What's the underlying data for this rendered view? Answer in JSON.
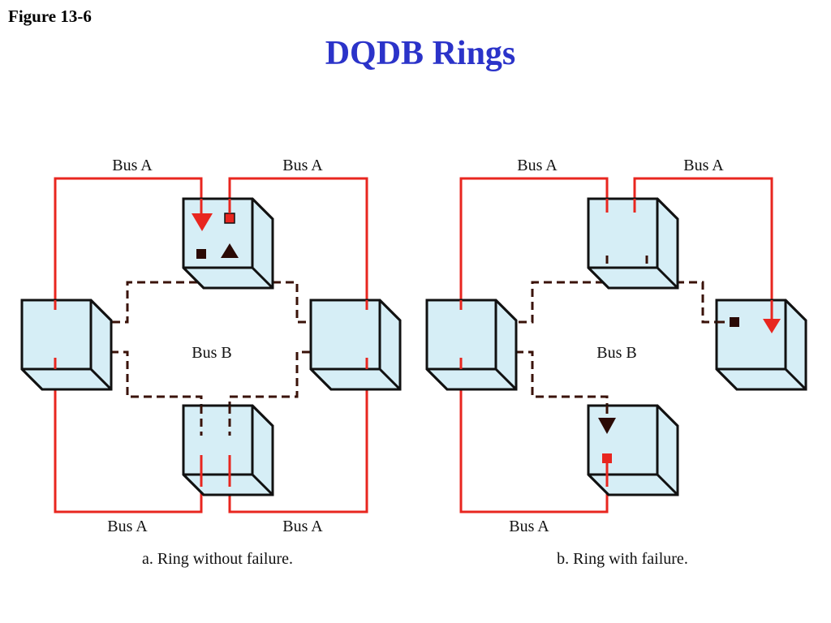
{
  "header": {
    "figure_label": "Figure 13-6",
    "title": "DQDB Rings",
    "title_color": "#2b33c9"
  },
  "colors": {
    "bus_a": "#e8261f",
    "bus_b": "#3a1208",
    "node_fill": "#d6eef6"
  },
  "panels": [
    {
      "id": "a",
      "caption": "a. Ring without failure.",
      "bus_a_labels": [
        "Bus A",
        "Bus A",
        "Bus A",
        "Bus A"
      ],
      "bus_b_label": "Bus B"
    },
    {
      "id": "b",
      "caption": "b. Ring with failure.",
      "bus_a_labels": [
        "Bus A",
        "Bus A",
        "Bus A"
      ],
      "bus_b_label": "Bus B"
    }
  ]
}
